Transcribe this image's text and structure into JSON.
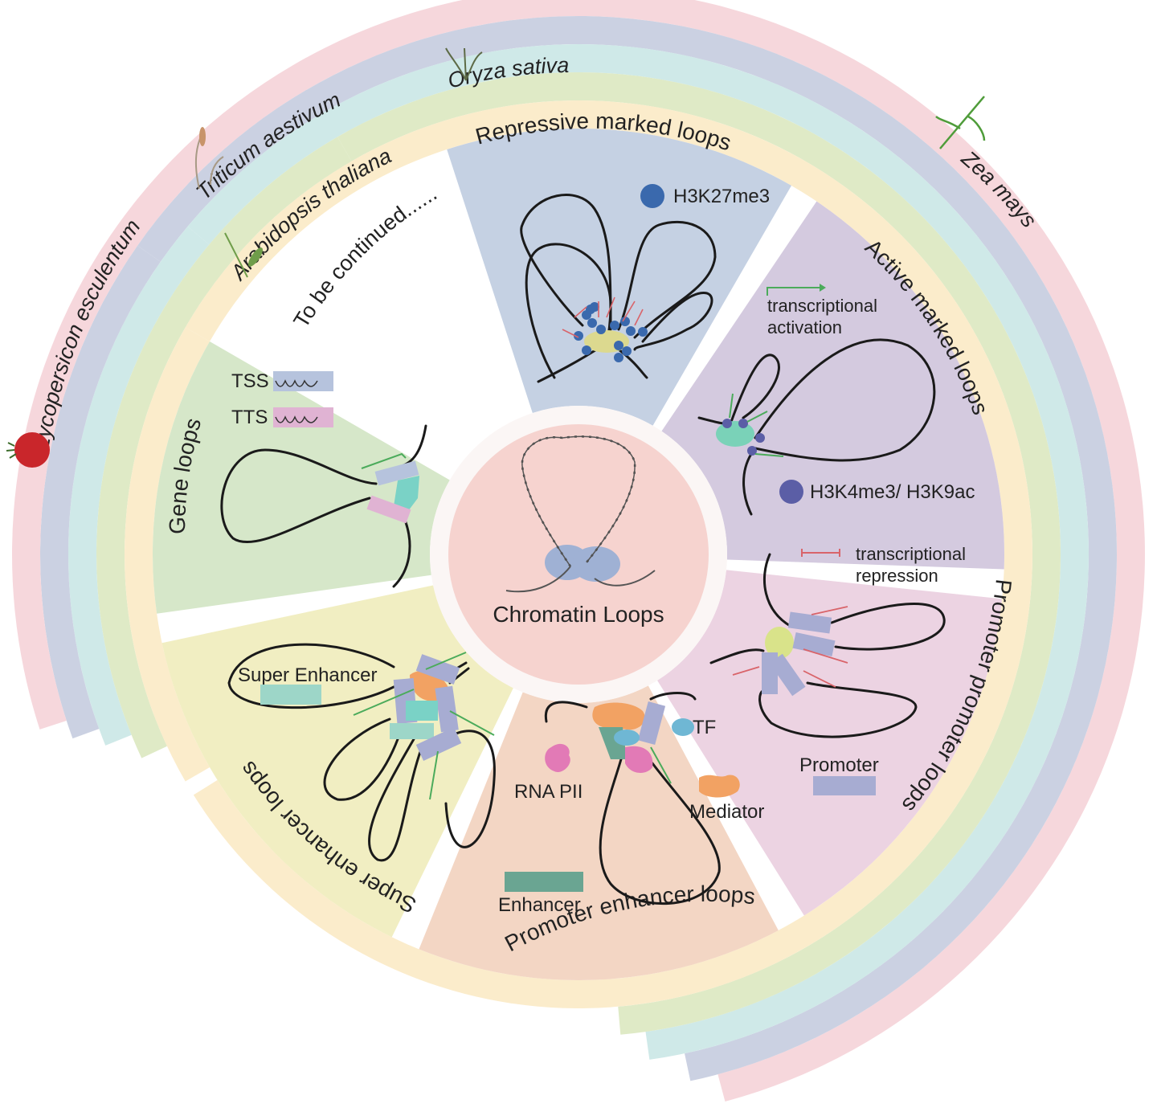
{
  "center": {
    "title": "Chromatin Loops",
    "fill": "#f6d3cf",
    "anchor_color": "#9fb1d4"
  },
  "species": [
    {
      "name": "Arabidopsis thaliana",
      "ring_color": "#fbeccb",
      "italic": "thaliana"
    },
    {
      "name": "Oryza sativa",
      "ring_color": "#dfeac6"
    },
    {
      "name": "Triticum aestivum",
      "ring_color": "#cfe9e8"
    },
    {
      "name": "Zea mays",
      "ring_color": "#cbd1e2"
    },
    {
      "name": "Lycopersicon esculentum",
      "ring_color": "#f6d7dc"
    }
  ],
  "continued_label": "To be continued......",
  "sectors": [
    {
      "id": "repressive",
      "title": "Repressive marked loops",
      "fill": "#c5d1e3",
      "legend": [
        {
          "label": "H3K27me3",
          "color": "#3a69ad"
        }
      ]
    },
    {
      "id": "active",
      "title": "Active marked loops",
      "fill": "#d4cadf",
      "legend": [
        {
          "label": "transcriptional activation",
          "color": "#4bab5b"
        },
        {
          "label": "H3K4me3/ H3K9ac",
          "color": "#5b5ea6"
        }
      ]
    },
    {
      "id": "promoter-promoter",
      "title": "Promoter promoter loops",
      "fill": "#ecd3e2",
      "legend": [
        {
          "label": "transcriptional repression",
          "color": "#d9646a"
        },
        {
          "label": "Promoter",
          "color": "#a7acd2"
        }
      ]
    },
    {
      "id": "promoter-enhancer",
      "title": "Promoter enhancer loops",
      "fill": "#f3d6c4",
      "legend": [
        {
          "label": "TF",
          "color": "#6fb7d4"
        },
        {
          "label": "RNA PII",
          "color": "#e27ab6"
        },
        {
          "label": "Mediator",
          "color": "#f2a263"
        },
        {
          "label": "Enhancer",
          "color": "#6aa592"
        }
      ]
    },
    {
      "id": "super-enhancer",
      "title": "Super enhancer loops",
      "fill": "#f1eec2",
      "legend": [
        {
          "label": "Super Enhancer",
          "color": "#9dd6c8"
        }
      ]
    },
    {
      "id": "gene",
      "title": "Gene loops",
      "fill": "#d6e7c9",
      "legend": [
        {
          "label": "TSS",
          "color": "#b6c3dd"
        },
        {
          "label": "TTS",
          "color": "#e0b3d3"
        }
      ]
    }
  ]
}
